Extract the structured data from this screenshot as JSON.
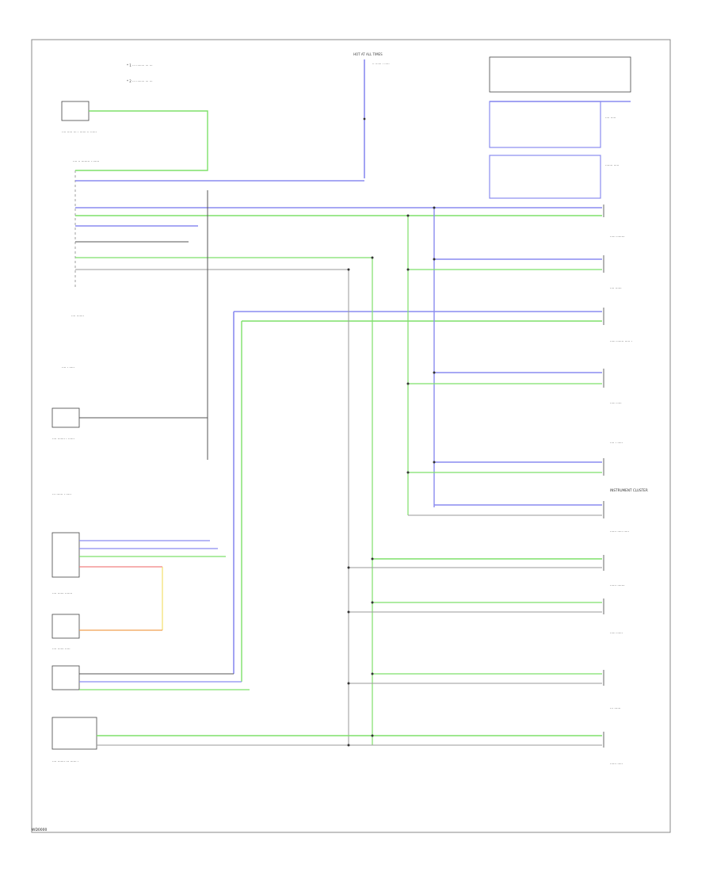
{
  "footer": {
    "code": "WD0000"
  },
  "wire_colors": {
    "green": "#7ee06a",
    "blue": "#8a8cf0",
    "gray": "#9a9a9a",
    "dark": "#555555",
    "red": "#f08080",
    "yellow": "#f4e06a",
    "orange": "#f0a050"
  },
  "notes": [
    "* 1 ··· ········ ··· ···",
    "* 2 ··· ········ ··· ···"
  ],
  "labels": {
    "hot_top": "HOT AT ALL TIMES",
    "fuse_box_top": "·· ······ · ·····",
    "left_module_1": "···· ····· ··· · ······ ·· ······",
    "left_module_2": "···· ·· ········ · ······",
    "left_module_3": "···· ·······",
    "left_ground": "···· · ·····",
    "left_module_4": "···· ······· · ······",
    "left_module_5": "··· ······ · ·····",
    "left_module_6": "···· ······ ·······",
    "left_module_7": "···· ······ ·····",
    "bottom_left": "···· ······· ··· ······ ·",
    "right_1": "···· ·····",
    "right_2": "······· ·····",
    "right_3": "····· ········",
    "right_4": "···· ······",
    "right_5": "····· ······· ····· ·",
    "right_6": "····· ·····",
    "right_7": "···· · ·····",
    "right_8": "INSTRUMENT CLUSTER",
    "right_9": "······ ····· ·····",
    "right_10": "······ ·······",
    "right_11": "····· ······",
    "right_12": "··· ······",
    "right_13": "······ ·····"
  }
}
